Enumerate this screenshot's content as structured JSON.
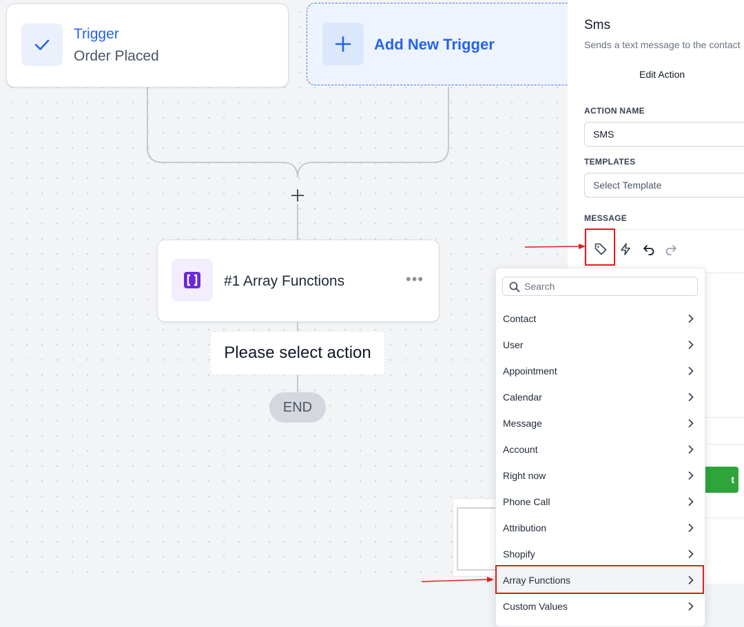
{
  "canvas": {
    "trigger": {
      "title": "Trigger",
      "subtitle": "Order Placed"
    },
    "add_trigger": {
      "label": "Add New Trigger"
    },
    "action_node": {
      "title": "#1 Array Functions",
      "menu": "•••"
    },
    "placeholder_node": {
      "label": "Please select action"
    },
    "end_node": {
      "label": "END"
    }
  },
  "panel": {
    "title": "Sms",
    "description": "Sends a text message to the contact",
    "tab": "Edit Action",
    "action_name_label": "ACTION NAME",
    "action_name_value": "SMS",
    "templates_label": "TEMPLATES",
    "templates_placeholder": "Select Template",
    "message_label": "MESSAGE",
    "toolbar_icons": [
      "tag-icon",
      "lightning-icon",
      "undo-icon",
      "redo-icon"
    ],
    "save_button_partial": "t"
  },
  "dropdown": {
    "search_placeholder": "Search",
    "items": [
      {
        "label": "Contact"
      },
      {
        "label": "User"
      },
      {
        "label": "Appointment"
      },
      {
        "label": "Calendar"
      },
      {
        "label": "Message"
      },
      {
        "label": "Account"
      },
      {
        "label": "Right now"
      },
      {
        "label": "Phone Call"
      },
      {
        "label": "Attribution"
      },
      {
        "label": "Shopify"
      },
      {
        "label": "Array Functions"
      },
      {
        "label": "Custom Values"
      }
    ]
  },
  "colors": {
    "accent": "#2563eb",
    "highlight": "#e11d1d",
    "purple_icon": "#6d28d9",
    "green_button": "#2ea53a"
  }
}
